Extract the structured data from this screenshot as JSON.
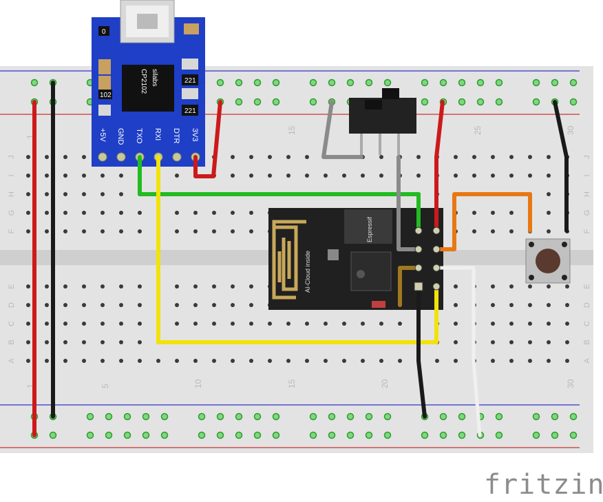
{
  "breadboard": {
    "row_labels_top": [
      "J",
      "I",
      "H",
      "G",
      "F"
    ],
    "row_labels_bottom": [
      "E",
      "D",
      "C",
      "B",
      "A"
    ],
    "column_numbers": [
      "1",
      "5",
      "10",
      "15",
      "20",
      "25",
      "30"
    ]
  },
  "usb_module": {
    "chip_brand": "silabs",
    "chip_model": "CP2102",
    "pins": [
      "+5V",
      "GND",
      "TXO",
      "RXI",
      "DTR",
      "3V3"
    ],
    "components": [
      "0",
      "102",
      "221",
      "221"
    ]
  },
  "esp_module": {
    "label": "AI-Cloud inside",
    "chip_vendor": "Espressif"
  },
  "parts": [
    "slide-switch",
    "push-button"
  ],
  "wire_colors": {
    "red": "#cc1a1a",
    "black": "#1a1a1a",
    "green": "#22bb22",
    "yellow": "#f2e20b",
    "orange": "#e87813",
    "gray": "#8a8a8a",
    "white": "#f0f0f0",
    "brown": "#a07820"
  },
  "footer": {
    "logo": "fritzing"
  }
}
